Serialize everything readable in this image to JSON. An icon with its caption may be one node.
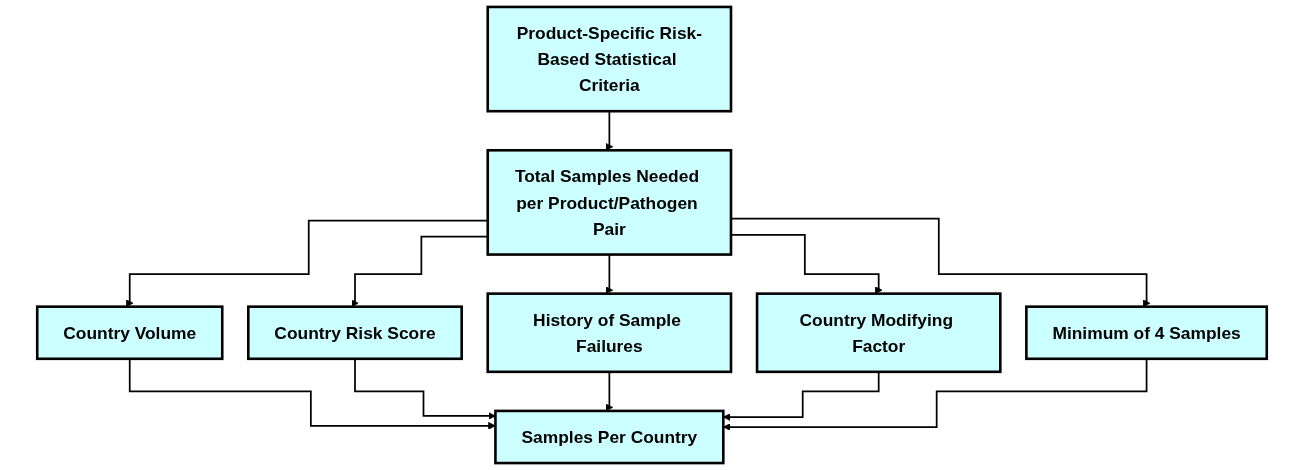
{
  "diagram": {
    "nodes": [
      {
        "text": [
          "Product-Specific Risk-Based Statistical Criteria"
        ]
      },
      {
        "text": [
          "Total Samples Needed per Product/Pathogen Pair"
        ]
      },
      {
        "text": [
          "Country Volume"
        ]
      },
      {
        "text": [
          "Country Risk Score"
        ]
      },
      {
        "text": [
          "History of Sample Failures"
        ]
      },
      {
        "text": [
          "Country Modifying Factor"
        ]
      },
      {
        "text": [
          "Minimum of 4 Samples"
        ]
      },
      {
        "text": [
          "Samples Per Country"
        ]
      }
    ],
    "edges": [
      {
        "from": 0,
        "to": 1,
        "arrow": "to"
      },
      {
        "from": 1,
        "to": 2,
        "arrow": "to"
      },
      {
        "from": 1,
        "to": 3,
        "arrow": "to"
      },
      {
        "from": 1,
        "to": 4,
        "arrow": "to"
      },
      {
        "from": 1,
        "to": 5,
        "arrow": "to"
      },
      {
        "from": 1,
        "to": 6,
        "arrow": "to"
      },
      {
        "from": 2,
        "to": 7,
        "arrow": "to"
      },
      {
        "from": 3,
        "to": 7,
        "arrow": "to"
      },
      {
        "from": 4,
        "to": 7,
        "arrow": "to"
      },
      {
        "from": 5,
        "to": 7,
        "arrow": "to"
      },
      {
        "from": 6,
        "to": 7,
        "arrow": "to"
      }
    ]
  }
}
